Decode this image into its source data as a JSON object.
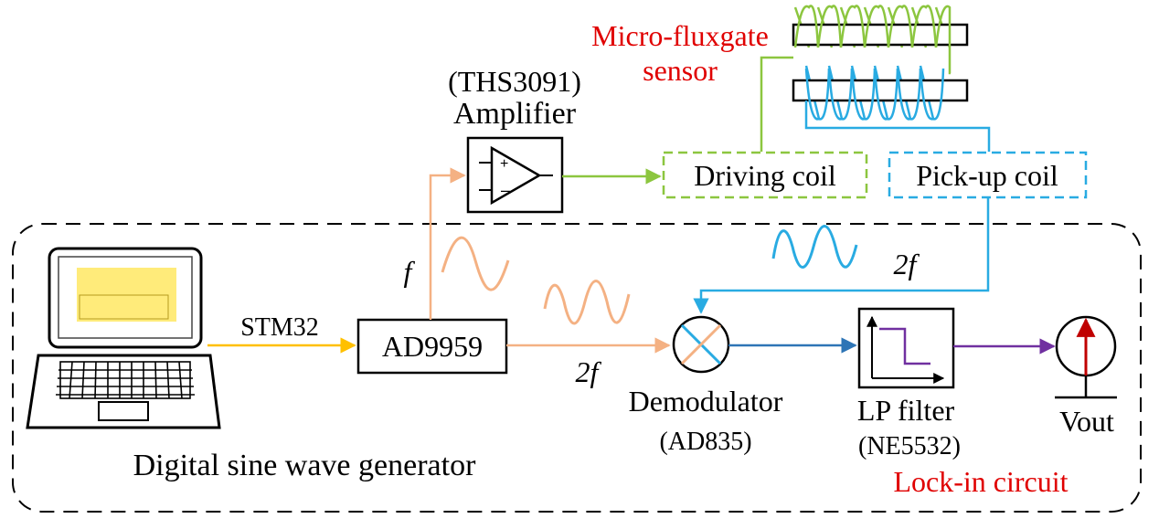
{
  "labels": {
    "sensor_line1": "Micro-fluxgate",
    "sensor_line2": "sensor",
    "amp_part": "(THS3091)",
    "amp_name": "Amplifier",
    "driving_coil": "Driving coil",
    "pickup_coil": "Pick-up coil",
    "stm32": "STM32",
    "ad9959": "AD9959",
    "freq_f": "f",
    "freq_2f_tx": "2f",
    "freq_2f_rx": "2f",
    "demod_name": "Demodulator",
    "demod_part": "(AD835)",
    "lp_name": "LP filter",
    "lp_part": "(NE5532)",
    "vout": "Vout",
    "generator": "Digital sine wave generator",
    "lockin": "Lock-in circuit"
  },
  "colors": {
    "driving": "#8cc63f",
    "pickup": "#29abe2",
    "orange": "#f4b183",
    "stm32_wire": "#ffc000",
    "demod_out": "#2e75b6",
    "filter_out": "#7030a0",
    "title_red": "#e00000",
    "screen": "#ffeb7a",
    "vout_arrow": "#c00000"
  }
}
